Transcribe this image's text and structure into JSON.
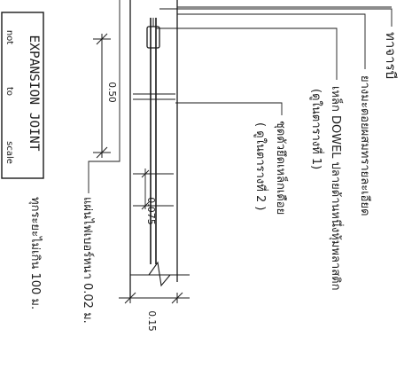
{
  "title_block": {
    "title_text": "EXPANSION   JOINT",
    "scale_left": "not",
    "scale_middle": "to",
    "scale_right": "scale"
  },
  "dimensions": {
    "width_label": "0.50",
    "dowel_offset_label": "0.075",
    "depth_label": "0.15"
  },
  "callouts": {
    "top_item": "ทาจารบี",
    "fill_material": "ยางมะตอยผสมทรายละเอียด",
    "dowel_line1": "เหล็ก DOWEL ปลายด้านหนึ่งหุ้มพลาสติก",
    "dowel_line2": "(ดูในตารางที่ 1)",
    "sealant_line1": "ชุดตัวยึดเหล็กเดือย",
    "sealant_line2": "( ดูในตารางที่ 2 )",
    "filler_board": "แผ่นไฟเบอร์หนา 0.02 ม.",
    "spacing_note": "ทุกระยะไม่เกิน 100 ม."
  },
  "colors": {
    "ink": "#1a1a1a",
    "paper": "#ffffff"
  }
}
